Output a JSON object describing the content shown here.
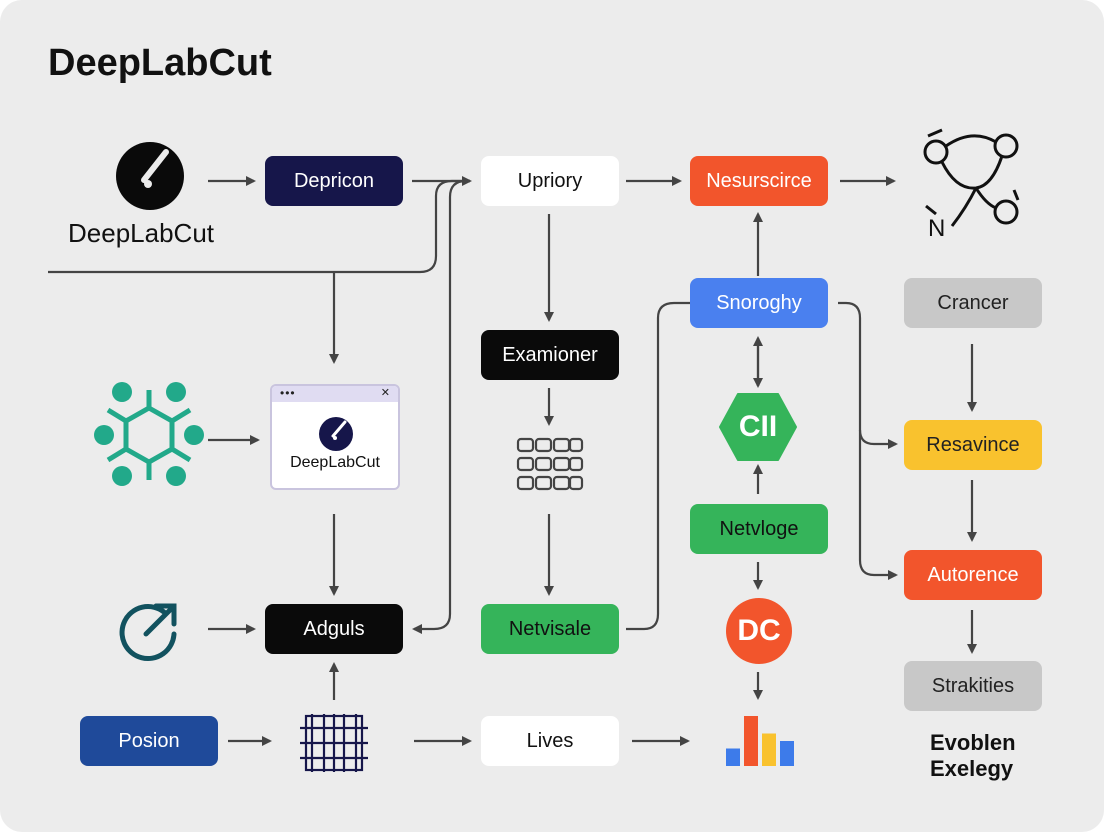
{
  "title": "DeepLabCut",
  "logo_label": "DeepLabCut",
  "window_card_label": "DeepLabCut",
  "nodes": {
    "deppricon": "Depricon",
    "upriory": "Upriory",
    "nesurscirce": "Nesurscirce",
    "examioner": "Examioner",
    "snoroghy": "Snoroghy",
    "crancer": "Crancer",
    "resavince": "Resavince",
    "netvloge": "Netvloge",
    "autorence": "Autorence",
    "adguls": "Adguls",
    "netvisale": "Netvisale",
    "strakities": "Strakities",
    "posion": "Posion",
    "lives": "Lives"
  },
  "badges": {
    "cii": "CII",
    "dc": "DC"
  },
  "molecule_letter": "N",
  "footer_label": "Evoblen Exelegy",
  "colors": {
    "dark_navy": "#16164a",
    "orange": "#f2552c",
    "green": "#35b45a",
    "blue": "#4a80ef",
    "yellow": "#f9c22e",
    "gray": "#c8c8c8",
    "royal_blue": "#1f4a9a",
    "teal": "#22a98a",
    "dark_teal": "#12525f",
    "wire": "#444444"
  },
  "icons": [
    "deeplabcut-logo-icon",
    "hexagon-network-icon",
    "arrow-circle-icon",
    "grid-icon",
    "grid-network-icon",
    "molecule-network-icon",
    "bar-chart-icon"
  ],
  "bar_chart_icon": {
    "values": [
      0.35,
      1.0,
      0.65,
      0.5
    ],
    "colors": [
      "#3d7bea",
      "#f2552c",
      "#f9c22e",
      "#3d7bea"
    ]
  }
}
